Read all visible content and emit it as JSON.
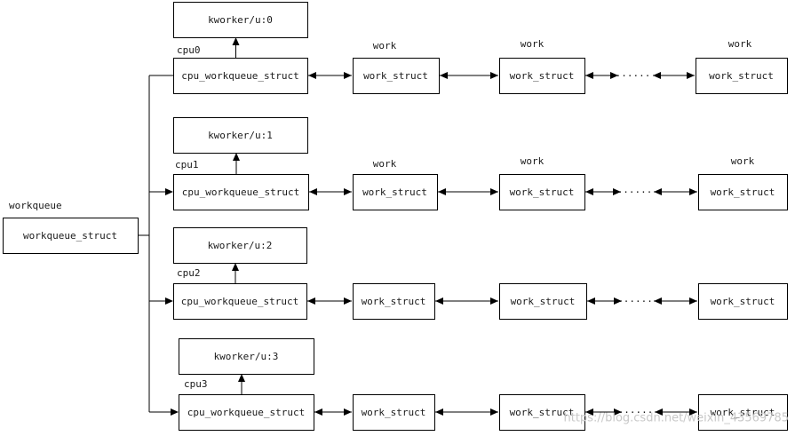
{
  "workqueue": {
    "label": "workqueue",
    "box_text": "workqueue_struct"
  },
  "rows": [
    {
      "cpu_label": "cpu0",
      "worker": "kworker/u:0",
      "cpu_struct": "cpu_workqueue_struct",
      "ellipsis": "......",
      "works": [
        {
          "label": "work",
          "text": "work_struct"
        },
        {
          "label": "work",
          "text": "work_struct"
        },
        {
          "label": "work",
          "text": "work_struct"
        }
      ]
    },
    {
      "cpu_label": "cpu1",
      "worker": "kworker/u:1",
      "cpu_struct": "cpu_workqueue_struct",
      "ellipsis": "......",
      "works": [
        {
          "label": "work",
          "text": "work_struct"
        },
        {
          "label": "work",
          "text": "work_struct"
        },
        {
          "label": "work",
          "text": "work_struct"
        }
      ]
    },
    {
      "cpu_label": "cpu2",
      "worker": "kworker/u:2",
      "cpu_struct": "cpu_workqueue_struct",
      "ellipsis": "......",
      "works": [
        {
          "label": "",
          "text": "work_struct"
        },
        {
          "label": "",
          "text": "work_struct"
        },
        {
          "label": "",
          "text": "work_struct"
        }
      ]
    },
    {
      "cpu_label": "cpu3",
      "worker": "kworker/u:3",
      "cpu_struct": "cpu_workqueue_struct",
      "ellipsis": "......",
      "works": [
        {
          "label": "",
          "text": "work_struct"
        },
        {
          "label": "",
          "text": "work_struct"
        },
        {
          "label": "",
          "text": "work_struct"
        }
      ]
    }
  ],
  "watermark": "https://blog.csdn.net/weixin_43569785"
}
